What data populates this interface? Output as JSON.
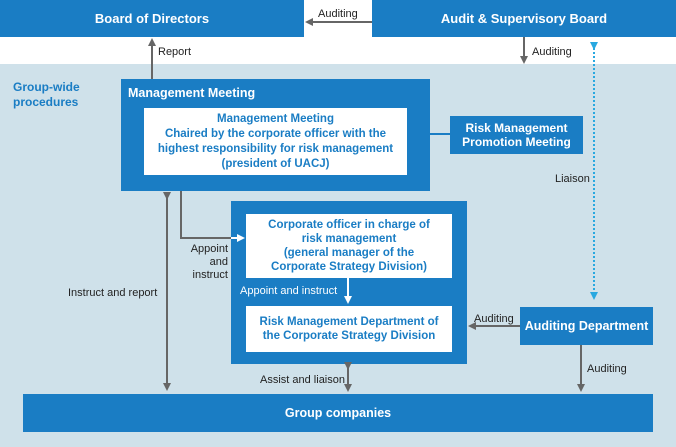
{
  "colors": {
    "primary_blue": "#1a7dc4",
    "band_background": "#cfe1ea",
    "arrow_gray": "#666666",
    "liaison_dotted": "#29a8e0"
  },
  "top": {
    "board_of_directors": "Board of Directors",
    "audit_supervisory_board": "Audit & Supervisory Board",
    "auditing_label_top": "Auditing",
    "report_label": "Report",
    "auditing_label_down": "Auditing"
  },
  "group_wide": {
    "title": "Group-wide procedures"
  },
  "management_meeting": {
    "outer_title": "Management Meeting",
    "inner_title": "Management Meeting",
    "inner_line1": "Chaired by the corporate officer with the",
    "inner_line2": "highest responsibility for risk management",
    "inner_line3": "(president of UACJ)"
  },
  "risk_promotion": {
    "line1": "Risk Management",
    "line2": "Promotion Meeting"
  },
  "liaison_label": "Liaison",
  "officer_block": {
    "officer_line1": "Corporate officer in charge of",
    "officer_line2": "risk management",
    "officer_line3": "(general manager of the",
    "officer_line4": "Corporate Strategy Division)",
    "appoint_instruct_inner": "Appoint and instruct",
    "dept_line1": "Risk Management Department of",
    "dept_line2": "the Corporate Strategy Division"
  },
  "appoint_label": {
    "line1": "Appoint",
    "line2": "and",
    "line3": "instruct"
  },
  "instruct_report_label": "Instruct and report",
  "assist_liaison_label": "Assist and liaison",
  "auditing_department": {
    "title": "Auditing Department",
    "auditing_left": "Auditing",
    "auditing_down": "Auditing"
  },
  "group_companies": "Group companies"
}
